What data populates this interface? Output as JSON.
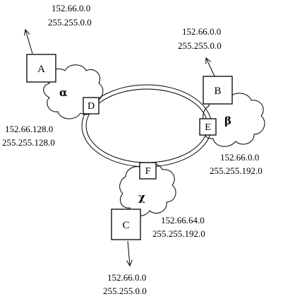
{
  "nodes": {
    "A": {
      "label": "A",
      "address": "152.66.0.0",
      "mask": "255.255.0.0"
    },
    "B": {
      "label": "B",
      "address": "152.66.0.0",
      "mask": "255.255.0.0"
    },
    "C": {
      "label": "C",
      "address": "152.66.0.0",
      "mask": "255.255.0.0"
    },
    "D": {
      "label": "D",
      "address": "152.66.128.0",
      "mask": "255.255.128.0"
    },
    "E": {
      "label": "E",
      "address": "152.66.0.0",
      "mask": "255.255.192.0"
    },
    "F": {
      "label": "F",
      "address": "152.66.64.0",
      "mask": "255.255.192.0"
    }
  },
  "networks": {
    "alpha": "α",
    "beta": "β",
    "chi": "χ"
  }
}
